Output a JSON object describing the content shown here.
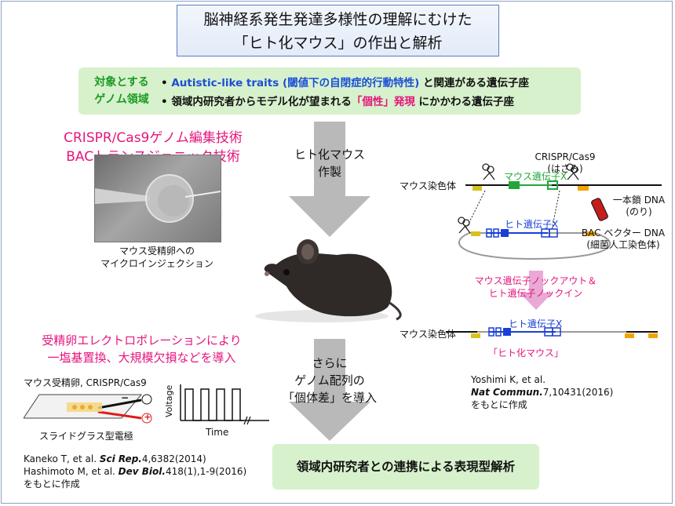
{
  "title": {
    "line1": "脳神経系発生発達多様性の理解にむけた",
    "line2": "「ヒト化マウス」の作出と解析"
  },
  "target": {
    "label_line1": "対象とする",
    "label_line2": "ゲノム領域",
    "bullet1_prefix": "• ",
    "bullet1_blue": "Autistic-like traits (閾値下の自閉症的行動特性)",
    "bullet1_suffix": " と関連がある遺伝子座",
    "bullet2_prefix": "• 領域内研究者からモデル化が望まれる",
    "bullet2_pink": "「個性」発現",
    "bullet2_suffix": " にかかわる遺伝子座"
  },
  "tech": {
    "line1": "CRISPR/Cas9ゲノム編集技術",
    "line2": "BACトランスジェニック技術"
  },
  "micro_caption": {
    "line1": "マウス受精卵への",
    "line2": "マイクロインジェクション"
  },
  "arrow1": {
    "line1": "ヒト化マウス",
    "line2": "作製"
  },
  "arrow2": {
    "line1": "さらに",
    "line2": "ゲノム配列の",
    "line3": "「個体差」を導入"
  },
  "electro": {
    "line1": "受精卵エレクトロポレーションにより",
    "line2": "一塩基置換、大規模欠損などを導入",
    "label_top": "マウス受精卵, CRISPR/Cas9",
    "label_bottom": "スライドグラス型電極",
    "plus": "+",
    "minus": "−",
    "axis_y": "Voltage",
    "axis_x": "Time"
  },
  "ref_left": {
    "l1_author": "Kaneko T, et al. ",
    "l1_journal": "Sci Rep.",
    "l1_rest": "4,6382(2014)",
    "l2_author": "Hashimoto M, et al. ",
    "l2_journal": "Dev Biol.",
    "l2_rest": "418(1),1-9(2016)",
    "l3": "をもとに作成"
  },
  "diagram": {
    "crispr_line1": "CRISPR/Cas9",
    "crispr_line2": "(はさみ)",
    "mouse_chrom": "マウス染色体",
    "mouse_gene": "マウス遺伝子X",
    "ssdna_line1": "一本鎖 DNA",
    "ssdna_line2": "(のり)",
    "human_gene": "ヒト遺伝子X",
    "bac_line1": "BAC ベクター DNA",
    "bac_line2": "(細菌人工染色体)",
    "ko_line1": "マウス遺伝子ノックアウト＆",
    "ko_line2": "ヒト遺伝子ノックイン",
    "mouse_chrom2": "マウス染色体",
    "human_gene2": "ヒト遺伝子X",
    "humanized": "「ヒト化マウス」"
  },
  "ref_right": {
    "l1": "Yoshimi K, et al.",
    "l2_journal": "Nat Commun.",
    "l2_rest": "7,10431(2016)",
    "l3": "をもとに作成"
  },
  "bottom": {
    "text": "領域内研究者との連携による表現型解析"
  },
  "colors": {
    "pink": "#e4157c",
    "blue": "#1a4fd6",
    "green": "#1a9b22",
    "box_green": "#d7f1cc",
    "arrow_gray": "#b9b9b9"
  }
}
